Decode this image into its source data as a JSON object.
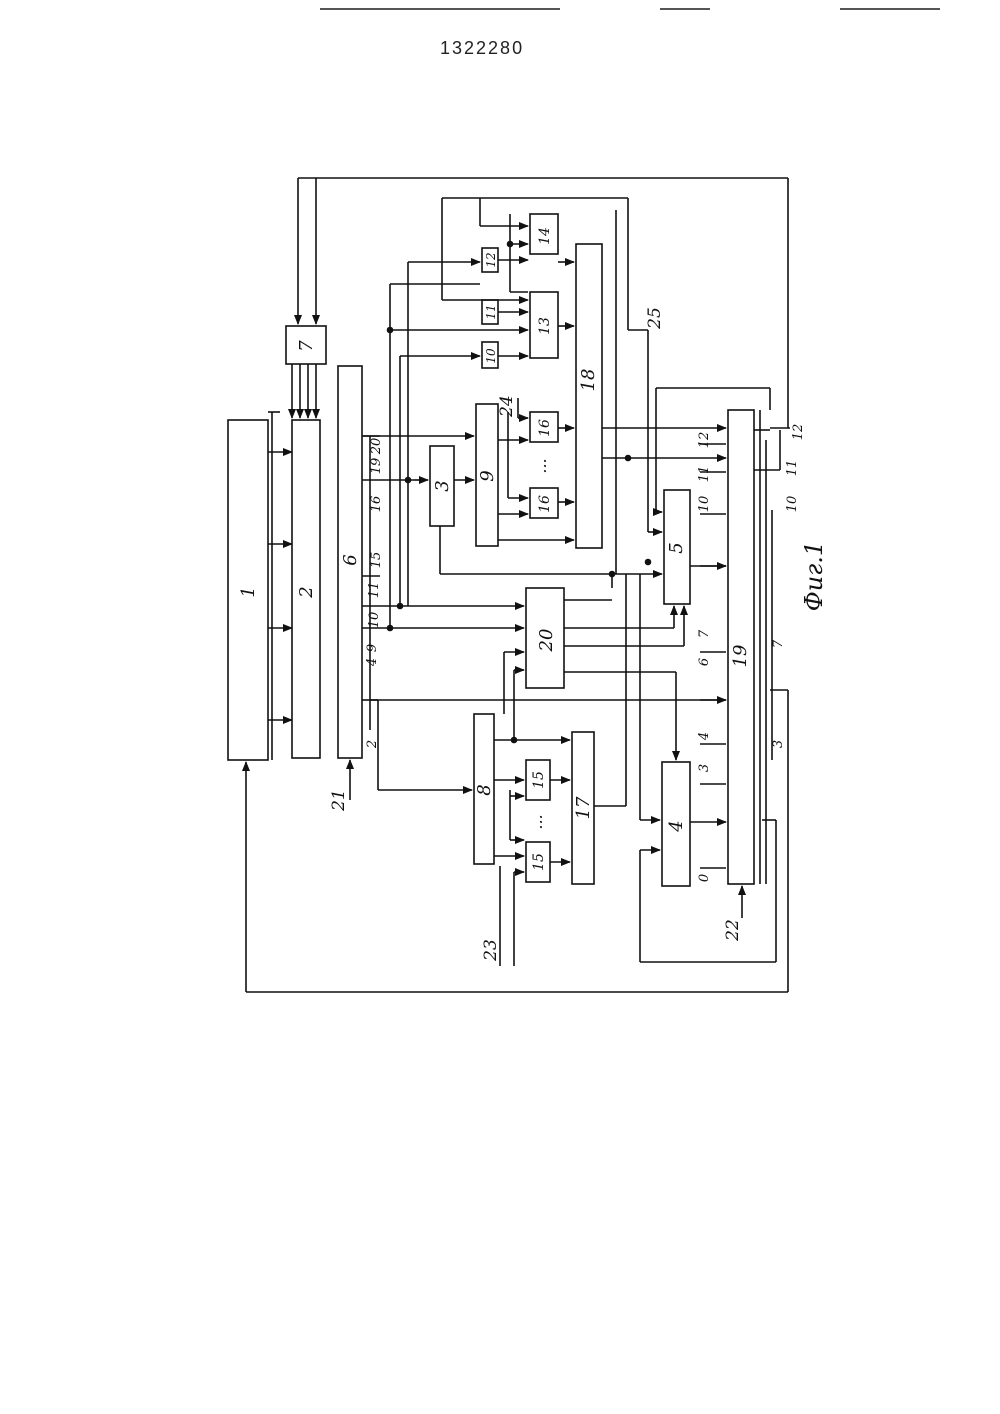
{
  "header": {
    "patent_number": "1322280"
  },
  "figure": {
    "caption": "Фиг.1",
    "blocks": {
      "b1": "1",
      "b2": "2",
      "b3": "3",
      "b4": "4",
      "b5": "5",
      "b6": "6",
      "b7": "7",
      "b8": "8",
      "b9": "9",
      "b10": "10",
      "b11": "11",
      "b12": "12",
      "b13": "13",
      "b14": "14",
      "b15a": "15",
      "b15b": "15",
      "b16a": "16",
      "b16b": "16",
      "b17": "17",
      "b18": "18",
      "b19": "19",
      "b20": "20"
    },
    "terminals": {
      "t21": "21",
      "t22": "22",
      "t23": "23",
      "t24": "24",
      "t25": "25"
    },
    "ellipsis": "...",
    "bus6_pins": {
      "p2": "2",
      "p4": "4",
      "p9": "9",
      "p10": "10",
      "p11": "11",
      "p15": "15",
      "p16": "16",
      "p19": "19",
      "p20": "20"
    },
    "bus19_pins_top": {
      "p0": "0",
      "p3": "3",
      "p4": "4",
      "p6": "6",
      "p7": "7",
      "p10": "10",
      "p11": "11",
      "p12": "12"
    },
    "bus19_pins_bottom": {
      "p3": "3",
      "p7": "7",
      "p10": "10",
      "p11": "11",
      "p12": "12"
    }
  }
}
